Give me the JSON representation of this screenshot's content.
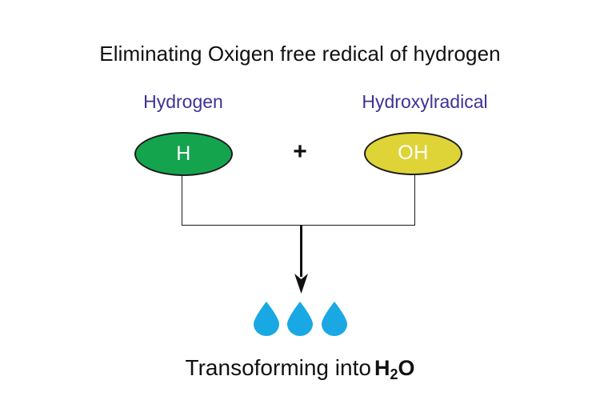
{
  "diagram": {
    "title": "Eliminating Oxigen free redical of hydrogen",
    "colors": {
      "title_text": "#111111",
      "label_text": "#3e3296",
      "hydrogen_fill": "#15a44e",
      "hydroxyl_fill": "#ded438",
      "molecule_text": "#ffffff",
      "droplet": "#19a8e4",
      "connector": "#1a1a1a"
    },
    "reactants": [
      {
        "label": "Hydrogen",
        "symbol": "H",
        "shape": "ellipse",
        "fill": "#15a44e"
      },
      {
        "label": "Hydroxylradical",
        "symbol": "OH",
        "shape": "ellipse",
        "fill": "#ded438"
      }
    ],
    "operator": "+",
    "product": {
      "caption_text": "Transoforming into",
      "formula_lead": "H",
      "formula_sub": "2",
      "formula_tail": "O",
      "droplet_count": 3,
      "droplet_color": "#19a8e4"
    }
  }
}
